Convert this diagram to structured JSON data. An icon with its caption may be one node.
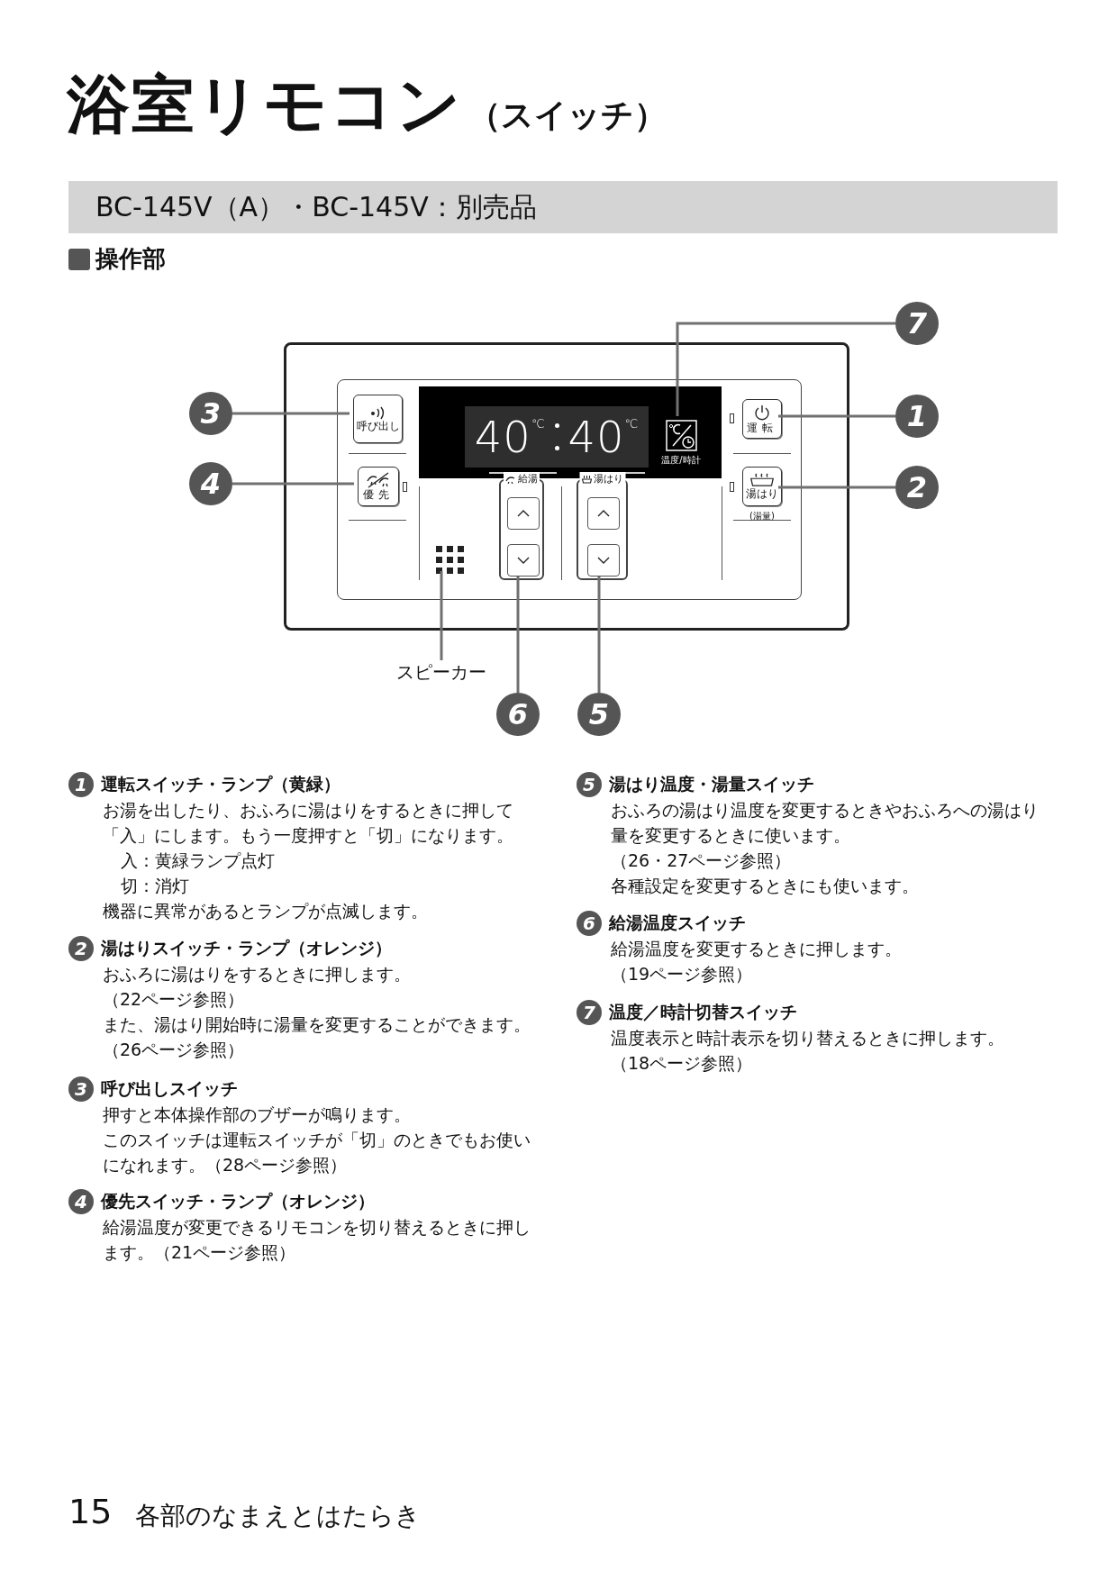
{
  "diagram": {
    "title": "浴室リモコン",
    "nodes": [
      {
        "text": [],
        "shape": "box"
      },
      {
        "text": [],
        "shape": "box",
        "in": 0
      },
      {
        "text": [
          "40$^{℃}$",
          "40$^{℃}$"
        ],
        "in": 1
      },
      {
        "text": [
          "呼び出し"
        ],
        "in": 1
      },
      {
        "text": [
          "優先"
        ],
        "in": 1
      },
      {
        "text": [
          "運転"
        ],
        "in": 1
      },
      {
        "text": [
          "湯はり"
        ],
        "beside": [
          "(湯量)"
        ],
        "in": 1
      },
      {
        "text": [
          "温度/時計"
        ],
        "in": 2
      },
      {
        "text": [
          "給湯"
        ],
        "in": 1
      },
      {
        "text": [],
        "shape": "box",
        "in": 8
      },
      {
        "text": [],
        "shape": "box",
        "in": 8
      },
      {
        "text": [
          "湯はり"
        ],
        "in": 1
      },
      {
        "text": [],
        "shape": "box",
        "in": 11
      },
      {
        "text": [],
        "shape": "box",
        "in": 11
      },
      {
        "text": [],
        "shape": "picture",
        "in": 1
      },
      {
        "text": [
          "スピーカー"
        ]
      },
      {
        "text": [
          "7"
        ]
      },
      {
        "text": [
          "3"
        ]
      },
      {
        "text": [
          "1"
        ]
      },
      {
        "text": [
          "4"
        ]
      },
      {
        "text": [
          "2"
        ]
      },
      {
        "text": [
          "6"
        ]
      },
      {
        "text": [
          "5"
        ]
      }
    ],
    "edges": [
      {
        "from": 16,
        "to": 7,
        "arrow": "none"
      },
      {
        "from": 17,
        "to": 3,
        "arrow": "none"
      },
      {
        "from": 18,
        "to": 5,
        "arrow": "none"
      },
      {
        "from": 19,
        "to": 4,
        "arrow": "none"
      },
      {
        "from": 20,
        "to": 6,
        "arrow": "none"
      },
      {
        "from": 21,
        "to": 8,
        "arrow": "none"
      },
      {
        "from": 22,
        "to": 11,
        "arrow": "none"
      },
      {
        "from": 15,
        "to": 14,
        "arrow": "none"
      }
    ],
    "labels": [
      "（スイッチ）",
      "BC-145V（A）・BC-145V：別売品",
      "操作部",
      "1",
      "運転スイッチ・ランプ（黄緑）",
      "お湯を出したり、おふろに湯はりをするときに押して「入」にします。もう一度押すと「切」になります。",
      "入：黄緑ランプ点灯",
      "切：消灯",
      "機器に異常があるとランプが点滅します。",
      "2",
      "湯はりスイッチ・ランプ（オレンジ）",
      "おふろに湯はりをするときに押します。",
      "（22ページ参照）",
      "また、湯はり開始時に湯量を変更することができます。（26ページ参照）",
      "3",
      "呼び出しスイッチ",
      "押すと本体操作部のブザーが鳴ります。",
      "このスイッチは運転スイッチが「切」のときでもお使いになれます。（28ページ参照）",
      "4",
      "優先スイッチ・ランプ（オレンジ）",
      "給湯温度が変更できるリモコンを切り替えるときに押します。（21ページ参照）",
      "5",
      "湯はり温度・湯量スイッチ",
      "おふろの湯はり温度を変更するときやおふろへの湯はり量を変更するときに使います。",
      "（26・27ページ参照）",
      "各種設定を変更するときにも使います。",
      "6",
      "給湯温度スイッチ",
      "給湯温度を変更するときに押します。",
      "（19ページ参照）",
      "7",
      "温度／時計切替スイッチ",
      "温度表示と時計表示を切り替えるときに押します。",
      "（18ページ参照）",
      "15",
      "各部のなまえとはたらき"
    ]
  }
}
